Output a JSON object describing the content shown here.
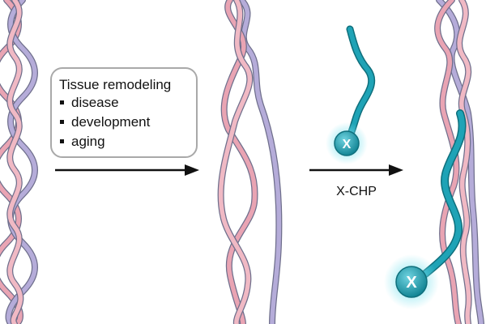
{
  "box": {
    "title": "Tissue remodeling",
    "bullets": [
      "disease",
      "development",
      "aging"
    ]
  },
  "arrow_label": "X-CHP",
  "hybridizer_marker": "X",
  "colors": {
    "strand_pink": "#e9a4b3",
    "strand_lavender": "#b5acd9",
    "strand_outline": "#6f6f8c",
    "hybridizer_teal": "#1fa3b6",
    "hybridizer_glow": "#7ee3ef",
    "arrow": "#111111"
  }
}
